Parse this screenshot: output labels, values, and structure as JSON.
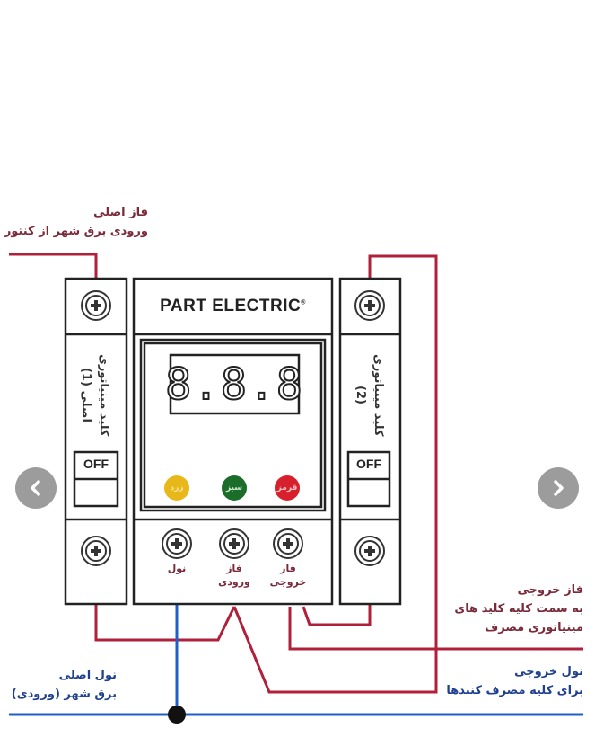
{
  "brand": "PART ELECTRIC",
  "brand_mark": "®",
  "display_value": "8.8.8",
  "labels": {
    "main_phase": "فاز اصلی",
    "main_phase_sub": "ورودی برق شهر از کنتور",
    "breaker1": "کلید مینیاتوری",
    "breaker1_sub": "اصلی (1)",
    "breaker2": "کلید مینیاتوری",
    "breaker2_sub": "(2)",
    "off": "OFF",
    "led_yellow": "زرد",
    "led_green": "سبز",
    "led_red": "قرمز",
    "terminal_neutral": "نول",
    "terminal_phase_in_1": "فاز",
    "terminal_phase_in_2": "ورودی",
    "terminal_phase_out_1": "فاز",
    "terminal_phase_out_2": "خروجی",
    "out_phase": "فاز خروجی",
    "out_phase_sub1": "به سمت کلیه کلید های",
    "out_phase_sub2": "مینیاتوری مصرف",
    "out_neutral": "نول خروجی",
    "out_neutral_sub": "برای کلیه مصرف کنندها",
    "main_neutral": "نول اصلی",
    "main_neutral_sub": "برق شهر (ورودی)"
  },
  "colors": {
    "phase_wire": "#b0203a",
    "neutral_wire": "#1f5fc8",
    "led_yellow": "#e8b81a",
    "led_green": "#1b6e2a",
    "led_red": "#d8202c",
    "nav_button": "#9c9c9c"
  },
  "nav": {
    "prev_icon": "chevron-left-icon",
    "next_icon": "chevron-right-icon"
  }
}
